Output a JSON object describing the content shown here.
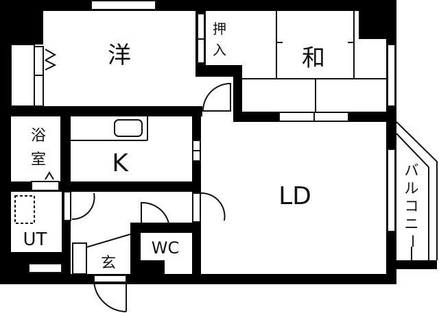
{
  "floorplan": {
    "rooms": {
      "western_room": "洋",
      "closet": [
        "押",
        "入"
      ],
      "japanese_room": "和",
      "bathroom": [
        "浴",
        "室"
      ],
      "kitchen": "K",
      "living_dining": "LD",
      "utility": "UT",
      "toilet": "WC",
      "entrance": "玄",
      "balcony": [
        "バ",
        "ル",
        "コ",
        "ニ",
        "ー"
      ]
    },
    "colors": {
      "wall": "#000000",
      "floor": "#ffffff"
    }
  }
}
